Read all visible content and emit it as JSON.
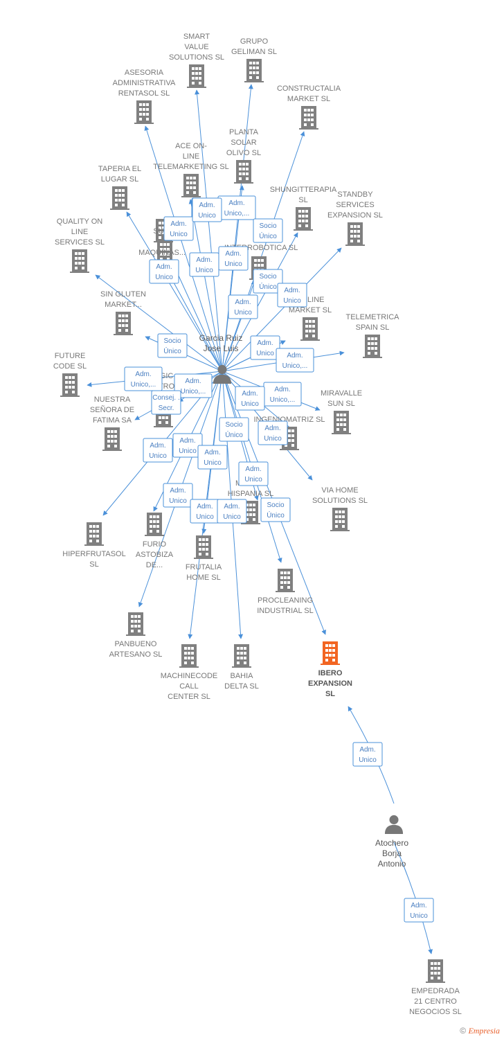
{
  "colors": {
    "edge": "#4a90d9",
    "company": "#808080",
    "focus_company": "#f26522",
    "person": "#777777"
  },
  "persons": [
    {
      "id": "garcia",
      "name": "Garcia Ruiz\nJose Luis"
    },
    {
      "id": "atochero",
      "name": "Atochero\nBorja\nAntonio"
    }
  ],
  "companies": [
    {
      "id": "smart",
      "name": "SMART\nVALUE\nSOLUTIONS SL"
    },
    {
      "id": "geliman",
      "name": "GRUPO\nGELIMAN  SL"
    },
    {
      "id": "asesoria",
      "name": "ASESORIA\nADMINISTRATIVA\nRENTASOL SL"
    },
    {
      "id": "constructalia",
      "name": "CONSTRUCTALIA\nMARKET  SL"
    },
    {
      "id": "planta",
      "name": "PLANTA\nSOLAR\nOLIVO SL"
    },
    {
      "id": "ace",
      "name": "ACE ON-\nLINE\nTELEMARKETING SL"
    },
    {
      "id": "taperia",
      "name": "TAPERIA EL\nLUGAR SL"
    },
    {
      "id": "shungit",
      "name": "SHUNGITTERAPIA\nSL"
    },
    {
      "id": "standby",
      "name": "STANDBY\nSERVICES\nEXPANSION SL"
    },
    {
      "id": "quality",
      "name": "QUALITY ON\nLINE\nSERVICES  SL"
    },
    {
      "id": "suministros",
      "name": "SUMIN..."
    },
    {
      "id": "maquinas",
      "name": "MAQUINAS..."
    },
    {
      "id": "interrobotica",
      "name": "INTERROBOTICA SL"
    },
    {
      "id": "singluten",
      "name": "SIN GLUTEN\nMARKET..."
    },
    {
      "id": "online",
      "name": "ONLINE\nMARKET SL"
    },
    {
      "id": "telemetrica",
      "name": "TELEMETRICA\nSPAIN  SL"
    },
    {
      "id": "future",
      "name": "FUTURE\nCODE  SL"
    },
    {
      "id": "magic",
      "name": "...GIC\n...TRO\nM..."
    },
    {
      "id": "nuestra",
      "name": "NUESTRA\nSEÑORA DE\nFATIMA SA"
    },
    {
      "id": "miravalle",
      "name": "MIRAVALLE\nSUN  SL"
    },
    {
      "id": "ingenio",
      "name": "INGENIOMATRIZ SL"
    },
    {
      "id": "viahome",
      "name": "VIA HOME\nSOLUTIONS SL"
    },
    {
      "id": "mineria",
      "name": "MINE...A\nHISPANIA  SL"
    },
    {
      "id": "hiperfrutasol",
      "name": "HIPERFRUTASOL\nSL"
    },
    {
      "id": "furio",
      "name": "FURIO\nASTOBIZA\nDE..."
    },
    {
      "id": "frutalia",
      "name": "FRUTALIA\nHOME  SL"
    },
    {
      "id": "procleaning",
      "name": "PROCLEANING\nINDUSTRIAL SL"
    },
    {
      "id": "panbueno",
      "name": "PANBUENO\nARTESANO  SL"
    },
    {
      "id": "machinecode",
      "name": "MACHINECODE\nCALL\nCENTER  SL"
    },
    {
      "id": "bahia",
      "name": "BAHIA\nDELTA SL"
    },
    {
      "id": "ibero",
      "name": "IBERO\nEXPANSION\nSL",
      "focus": true
    },
    {
      "id": "empedrada",
      "name": "EMPEDRADA\n21 CENTRO\nNEGOCIOS  SL"
    }
  ],
  "edges": [
    {
      "from": "garcia",
      "to": "smart",
      "label": "Adm.\nUnico"
    },
    {
      "from": "garcia",
      "to": "geliman",
      "label": "Adm.\nUnico,..."
    },
    {
      "from": "garcia",
      "to": "asesoria",
      "label": "Adm.\nUnico"
    },
    {
      "from": "garcia",
      "to": "constructalia",
      "label": "Socio\nÚnico"
    },
    {
      "from": "garcia",
      "to": "planta",
      "label": "Adm.\nUnico"
    },
    {
      "from": "garcia",
      "to": "ace",
      "label": "Adm.\nUnico"
    },
    {
      "from": "garcia",
      "to": "taperia",
      "label": "Adm.\nUnico"
    },
    {
      "from": "garcia",
      "to": "shungit",
      "label": "Socio\nÚnico"
    },
    {
      "from": "garcia",
      "to": "standby",
      "label": "Adm.\nUnico"
    },
    {
      "from": "garcia",
      "to": "quality",
      "label": "Adm.\nUnico"
    },
    {
      "from": "garcia",
      "to": "suministros",
      "label": "Adm.\nUnico"
    },
    {
      "from": "garcia",
      "to": "interrobotica",
      "label": "Adm.\nUnico"
    },
    {
      "from": "garcia",
      "to": "singluten",
      "label": "Socio\nÚnico"
    },
    {
      "from": "garcia",
      "to": "online",
      "label": "Adm.\nUnico"
    },
    {
      "from": "garcia",
      "to": "telemetrica",
      "label": "Adm.\nUnico,..."
    },
    {
      "from": "garcia",
      "to": "future",
      "label": "Adm.\nUnico,..."
    },
    {
      "from": "garcia",
      "to": "magic",
      "label": "Adm.\nUnico,..."
    },
    {
      "from": "garcia",
      "to": "nuestra",
      "label": "Consej. .\nSecr."
    },
    {
      "from": "garcia",
      "to": "miravalle",
      "label": "Adm.\nUnico,..."
    },
    {
      "from": "garcia",
      "to": "ingenio",
      "label": "Adm.\nUnico"
    },
    {
      "from": "garcia",
      "to": "viahome",
      "label": "Adm.\nUnico"
    },
    {
      "from": "garcia",
      "to": "mineria",
      "label": "Socio\nÚnico"
    },
    {
      "from": "garcia",
      "to": "hiperfrutasol",
      "label": "Adm.\nUnico"
    },
    {
      "from": "garcia",
      "to": "furio",
      "label": "Adm.\nUnico"
    },
    {
      "from": "garcia",
      "to": "frutalia",
      "label": "Adm.\nUnico"
    },
    {
      "from": "garcia",
      "to": "procleaning",
      "label": "Adm.\nUnico"
    },
    {
      "from": "garcia",
      "to": "panbueno",
      "label": "Adm.\nUnico"
    },
    {
      "from": "garcia",
      "to": "machinecode",
      "label": "Adm.\nUnico"
    },
    {
      "from": "garcia",
      "to": "bahia",
      "label": "Adm.\nUnico"
    },
    {
      "from": "garcia",
      "to": "ibero",
      "label": "Socio\nÚnico"
    },
    {
      "from": "garcia",
      "to": "maquinas",
      "label": "Adm.\nUnico"
    },
    {
      "from": "garcia",
      "to": "online",
      "label": "Adm.\nUnico"
    },
    {
      "from": "atochero",
      "to": "ibero",
      "label": "Adm.\nUnico"
    },
    {
      "from": "atochero",
      "to": "empedrada",
      "label": "Adm.\nUnico"
    }
  ],
  "footer": {
    "copyright": "©",
    "brand": "Empresia"
  }
}
